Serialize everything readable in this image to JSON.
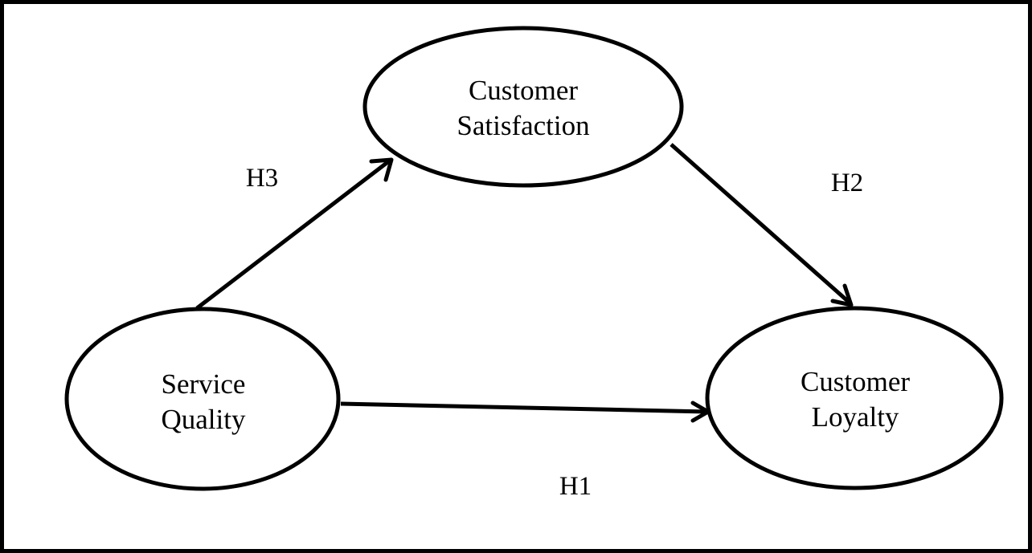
{
  "nodes": {
    "service_quality": {
      "line1": "Service",
      "line2": "Quality"
    },
    "customer_satisfaction": {
      "line1": "Customer",
      "line2": "Satisfaction"
    },
    "customer_loyalty": {
      "line1": "Customer",
      "line2": "Loyalty"
    }
  },
  "edges": {
    "h1": {
      "label": "H1",
      "from": "Service Quality",
      "to": "Customer Loyalty"
    },
    "h2": {
      "label": "H2",
      "from": "Customer Satisfaction",
      "to": "Customer Loyalty"
    },
    "h3": {
      "label": "H3",
      "from": "Service Quality",
      "to": "Customer Satisfaction"
    }
  },
  "colors": {
    "stroke": "#000000",
    "background": "#ffffff"
  }
}
